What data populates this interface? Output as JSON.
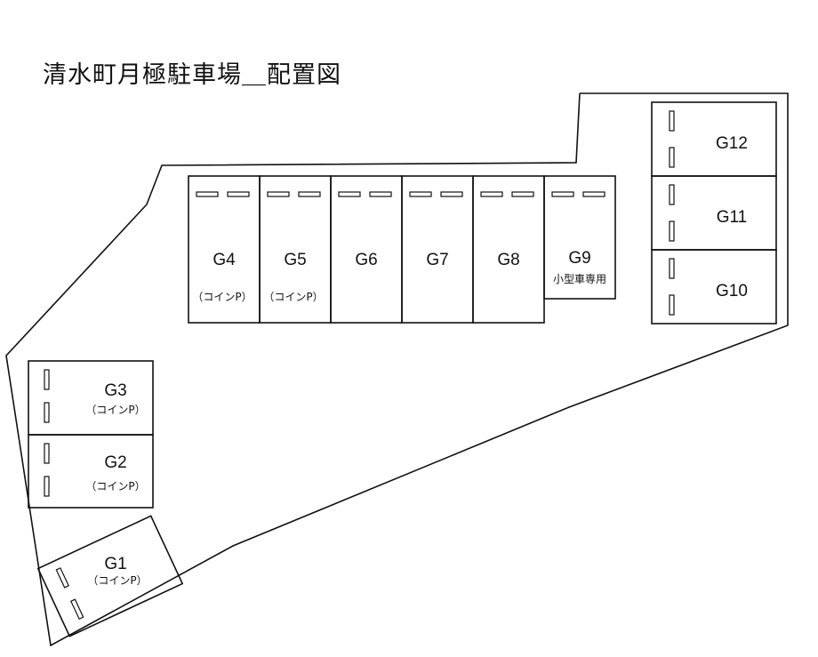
{
  "title": "清水町月極駐車場＿配置図",
  "note_coin": "（コインP）",
  "note_small_car": "小型車専用",
  "spaces": [
    {
      "id": "G1",
      "label": "G1",
      "note": "（コインP）"
    },
    {
      "id": "G2",
      "label": "G2",
      "note": "（コインP）"
    },
    {
      "id": "G3",
      "label": "G3",
      "note": "（コインP）"
    },
    {
      "id": "G4",
      "label": "G4",
      "note": "（コインP）"
    },
    {
      "id": "G5",
      "label": "G5",
      "note": "（コインP）"
    },
    {
      "id": "G6",
      "label": "G6",
      "note": ""
    },
    {
      "id": "G7",
      "label": "G7",
      "note": ""
    },
    {
      "id": "G8",
      "label": "G8",
      "note": ""
    },
    {
      "id": "G9",
      "label": "G9",
      "note": "小型車専用"
    },
    {
      "id": "G10",
      "label": "G10",
      "note": ""
    },
    {
      "id": "G11",
      "label": "G11",
      "note": ""
    },
    {
      "id": "G12",
      "label": "G12",
      "note": ""
    }
  ]
}
